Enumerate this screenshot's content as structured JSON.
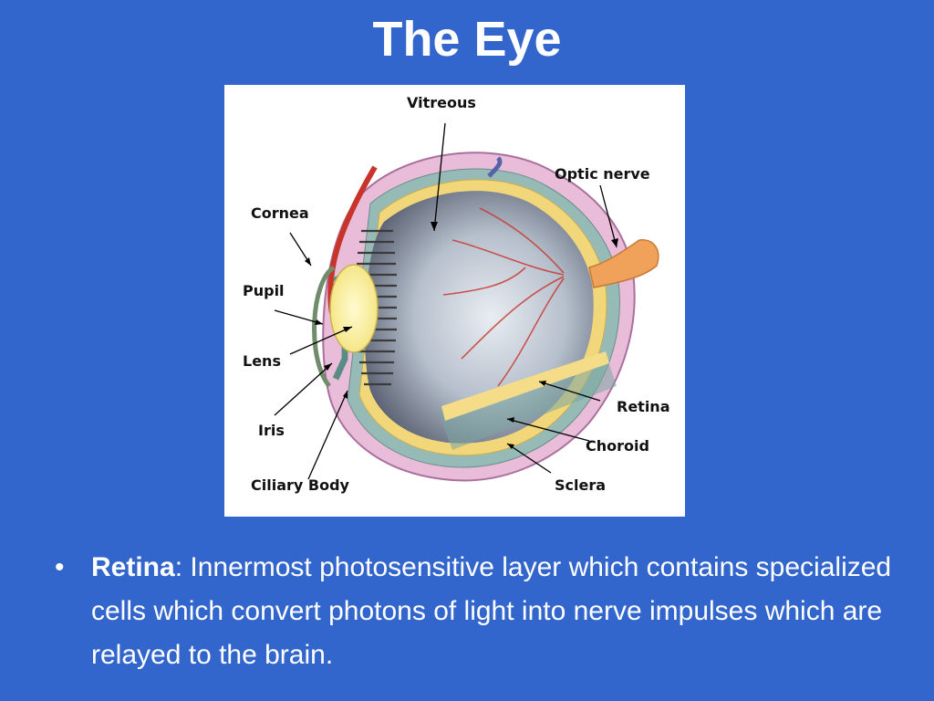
{
  "slide": {
    "title": "The Eye"
  },
  "diagram": {
    "labels": {
      "vitreous": "Vitreous",
      "optic_nerve": "Optic nerve",
      "cornea": "Cornea",
      "pupil": "Pupil",
      "lens": "Lens",
      "iris": "Iris",
      "ciliary_body": "Ciliary Body",
      "retina": "Retina",
      "choroid": "Choroid",
      "sclera": "Sclera"
    }
  },
  "bullet": {
    "marker": "•",
    "term": "Retina",
    "separator": ":",
    "text": " Innermost photosensitive layer which contains specialized cells  which convert photons of light into nerve impulses which are relayed to the brain."
  },
  "colors": {
    "background": "#3366cc",
    "text": "#ffffff",
    "sclera": "#e7b7d6",
    "choroid": "#8fb9b4",
    "retina": "#f3d877",
    "lens": "#fff4a0",
    "vessel_red": "#c8342a",
    "vessel_blue": "#5563a8"
  }
}
